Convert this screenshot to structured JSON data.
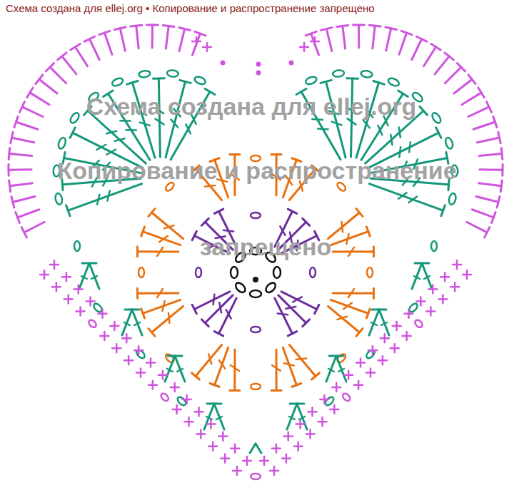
{
  "diagram": {
    "labels": [
      "Схема создана для ellej.org • Копирование и распространение запрещено",
      "Схема создана для ellej.org",
      "Копирование и распространение",
      "запрещено"
    ]
  }
}
